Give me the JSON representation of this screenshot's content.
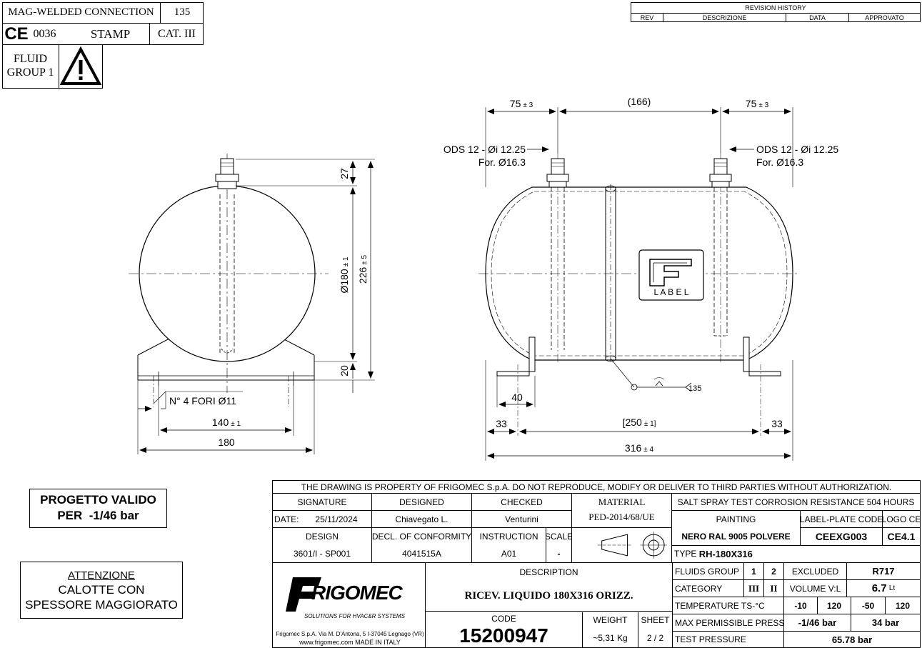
{
  "header_boxes": {
    "weld_label": "MAG-WELDED CONNECTION",
    "weld_number": "135",
    "ce_mark": "CE",
    "notified_body": "0036",
    "stamp": "STAMP",
    "category": "CAT. III",
    "fluid_group_line1": "FLUID",
    "fluid_group_line2": "GROUP 1"
  },
  "revision_history": {
    "title": "REVISION HISTORY",
    "columns": [
      "REV",
      "DESCRIZIONE",
      "DATA",
      "APPROVATO"
    ]
  },
  "side_view": {
    "dim_top_fitting": "27",
    "dim_diameter": "Ø180",
    "dim_diameter_tol": "± 1",
    "dim_height": "226",
    "dim_height_tol": "± 5",
    "dim_foot": "20",
    "holes_note": "N° 4 FORI Ø11",
    "dim_hole_spacing": "140",
    "dim_hole_spacing_tol": "± 1",
    "dim_width": "180"
  },
  "front_view": {
    "dim_left_fitting": "75",
    "dim_left_fitting_tol": "± 3",
    "dim_fitting_spacing": "(166)",
    "dim_right_fitting": "75",
    "dim_right_fitting_tol": "± 3",
    "fitting_note_line1": "ODS 12 - Øi 12.25",
    "fitting_note_line2": "For. Ø16.3",
    "label_text": "L A B E L",
    "weld_symbol_number": "135",
    "dim_foot_width": "40",
    "dim_left_offset": "33",
    "dim_base_span": "[250",
    "dim_base_span_tol": "± 1]",
    "dim_right_offset": "33",
    "dim_total_length": "316",
    "dim_total_length_tol": "± 4"
  },
  "notes": {
    "validity_line1": "PROGETTO VALIDO",
    "validity_line2": "PER  -1/46 bar",
    "attention_title": "ATTENZIONE",
    "attention_line1": "CALOTTE CON",
    "attention_line2": "SPESSORE MAGGIORATO"
  },
  "title_block": {
    "property_notice": "THE DRAWING IS PROPERTY OF FRIGOMEC S.p.A. DO NOT REPRODUCE, MODIFY OR DELIVER TO THIRD PARTIES WITHOUT AUTHORIZATION.",
    "signature_label": "SIGNATURE",
    "designed_label": "DESIGNED",
    "checked_label": "CHECKED",
    "material_label": "MATERIAL",
    "material_value": "PED-2014/68/UE",
    "salt_spray": "SALT SPRAY TEST CORROSION RESISTANCE 504 HOURS",
    "date_label": "DATE:",
    "date_value": "25/11/2024",
    "designed_value": "Chiavegato L.",
    "checked_value": "Venturini",
    "painting_label": "PAINTING",
    "label_plate_label": "LABEL-PLATE CODE",
    "logo_ce_label": "LOGO CE",
    "painting_value": "NERO RAL 9005 POLVERE",
    "label_plate_value": "CEEXG003",
    "logo_ce_value": "CE4.1",
    "design_label": "DESIGN",
    "decl_label": "DECL. OF CONFORMITY",
    "instruction_label": "INSTRUCTION",
    "scale_label": "SCALE",
    "design_value": "3601/I - SP001",
    "decl_value": "4041515A",
    "instruction_value": "A01",
    "scale_value": "-",
    "type_label": "TYPE",
    "type_value": "RH-180X316",
    "description_label": "DESCRIPTION",
    "description_value": "RICEV. LIQUIDO 180X316 ORIZZ.",
    "code_label": "CODE",
    "code_value": "15200947",
    "weight_label": "WEIGHT",
    "weight_value": "~5,31 Kg",
    "sheet_label": "SHEET",
    "sheet_value": "2 / 2",
    "company_brand": "FRIGOMEC",
    "company_brand_first": "F",
    "company_brand_rest": "RIGOMEC",
    "company_tagline": "SOLUTIONS FOR HVAC&R SYSTEMS",
    "company_address": "Frigomec S.p.A. Via M. D'Antona, 5 I-37045 Legnago (VR)",
    "company_web": "www.frigomec.com MADE IN ITALY",
    "fluids_group_label": "FLUIDS GROUP",
    "fluids_group_1": "1",
    "fluids_group_2": "2",
    "excluded_label": "EXCLUDED",
    "excluded_value": "R717",
    "category_label": "CATEGORY",
    "category_3": "III",
    "category_2": "II",
    "volume_label": "VOLUME V:L",
    "volume_value": "6.7",
    "volume_unit": "Lt",
    "temperature_label": "TEMPERATURE TS-°C",
    "temp_values": [
      "-10",
      "120",
      "-50",
      "120"
    ],
    "max_pressure_label": "MAX PERMISSIBLE PRESSURE",
    "max_pressure_value1": "-1/46 bar",
    "max_pressure_value2": "34 bar",
    "test_pressure_label": "TEST PRESSURE",
    "test_pressure_value": "65.78 bar"
  }
}
